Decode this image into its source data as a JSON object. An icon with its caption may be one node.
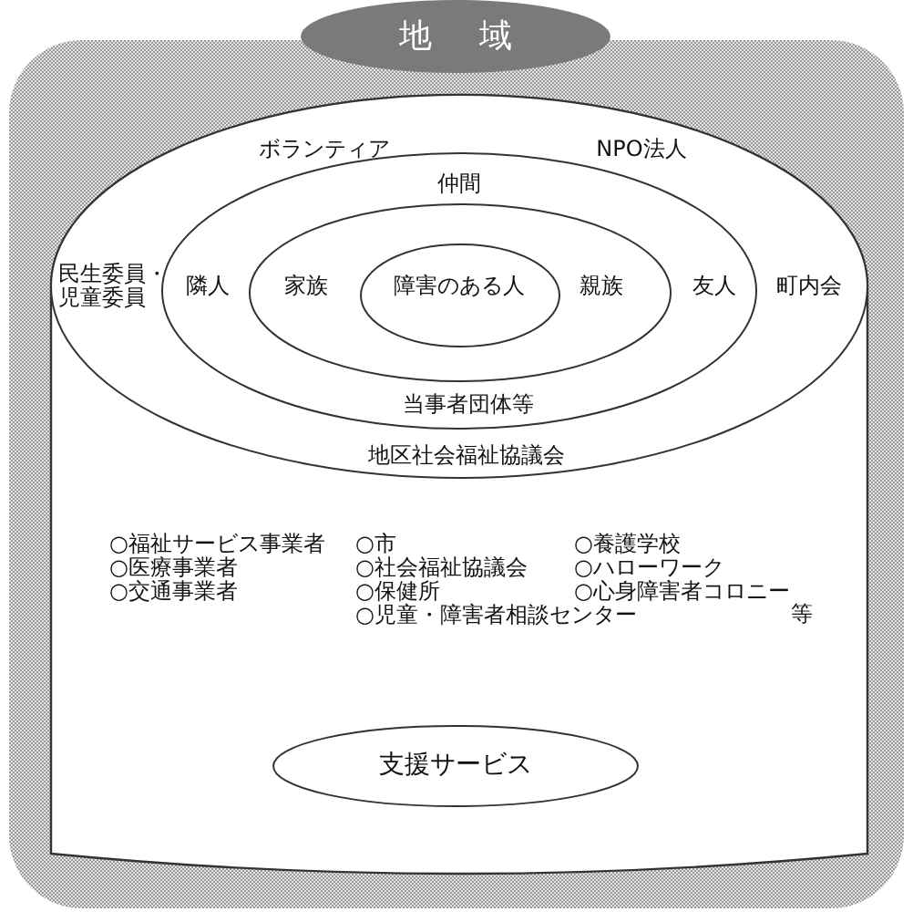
{
  "diagram": {
    "nodes": [
      {
        "text": [
          "地域"
        ]
      },
      {
        "text": [
          "○福祉サービス事業者",
          "○市",
          "○養護学校",
          "○医療事業者",
          "○社会福祉協議会",
          "○ハローワーク",
          "○交通事業者",
          "○保健所",
          "○心身障害者コロニー",
          "○児童・障害者相談センター",
          "等"
        ],
        "in": 0
      },
      {
        "text": [
          "ボランティア",
          "NPO法人",
          "民生委員・児童委員",
          "町内会",
          "地区社会福祉協議会"
        ],
        "in": 1
      },
      {
        "text": [
          "仲間",
          "隣人",
          "友人",
          "当事者団体等"
        ],
        "in": 2
      },
      {
        "text": [
          "家族",
          "親族"
        ],
        "in": 3
      },
      {
        "text": [
          "障害のある人"
        ],
        "in": 4
      },
      {
        "text": [
          "支援サービス"
        ],
        "in": 1
      }
    ]
  }
}
